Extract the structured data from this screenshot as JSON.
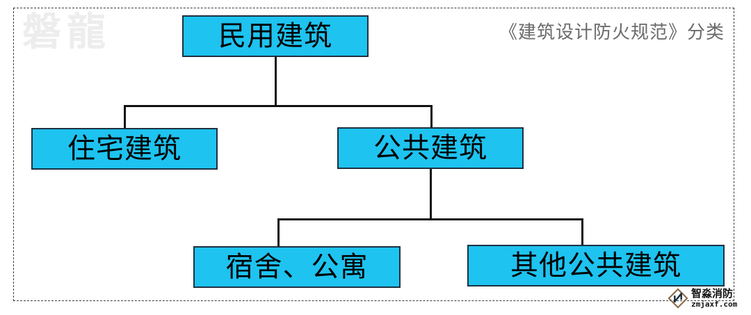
{
  "diagram": {
    "title": "《建筑设计防火规范》分类",
    "watermark": "磐龍",
    "colors": {
      "node_fill": "#1ec3f0",
      "node_border": "#1d3040",
      "connector": "#111111",
      "frame_border": "#3a3a3a",
      "title_text": "#6b6b6b",
      "watermark_text": "#ededed",
      "node_text": "#000000",
      "background": "#ffffff"
    },
    "nodes": {
      "root": "民用建筑",
      "residential": "住宅建筑",
      "public": "公共建筑",
      "dormitory": "宿舍、公寓",
      "other_public": "其他公共建筑"
    }
  },
  "brand": {
    "name": "智淼消防",
    "url": "zmjaxf.com",
    "mark": "diamond-arrow-logo-icon"
  }
}
